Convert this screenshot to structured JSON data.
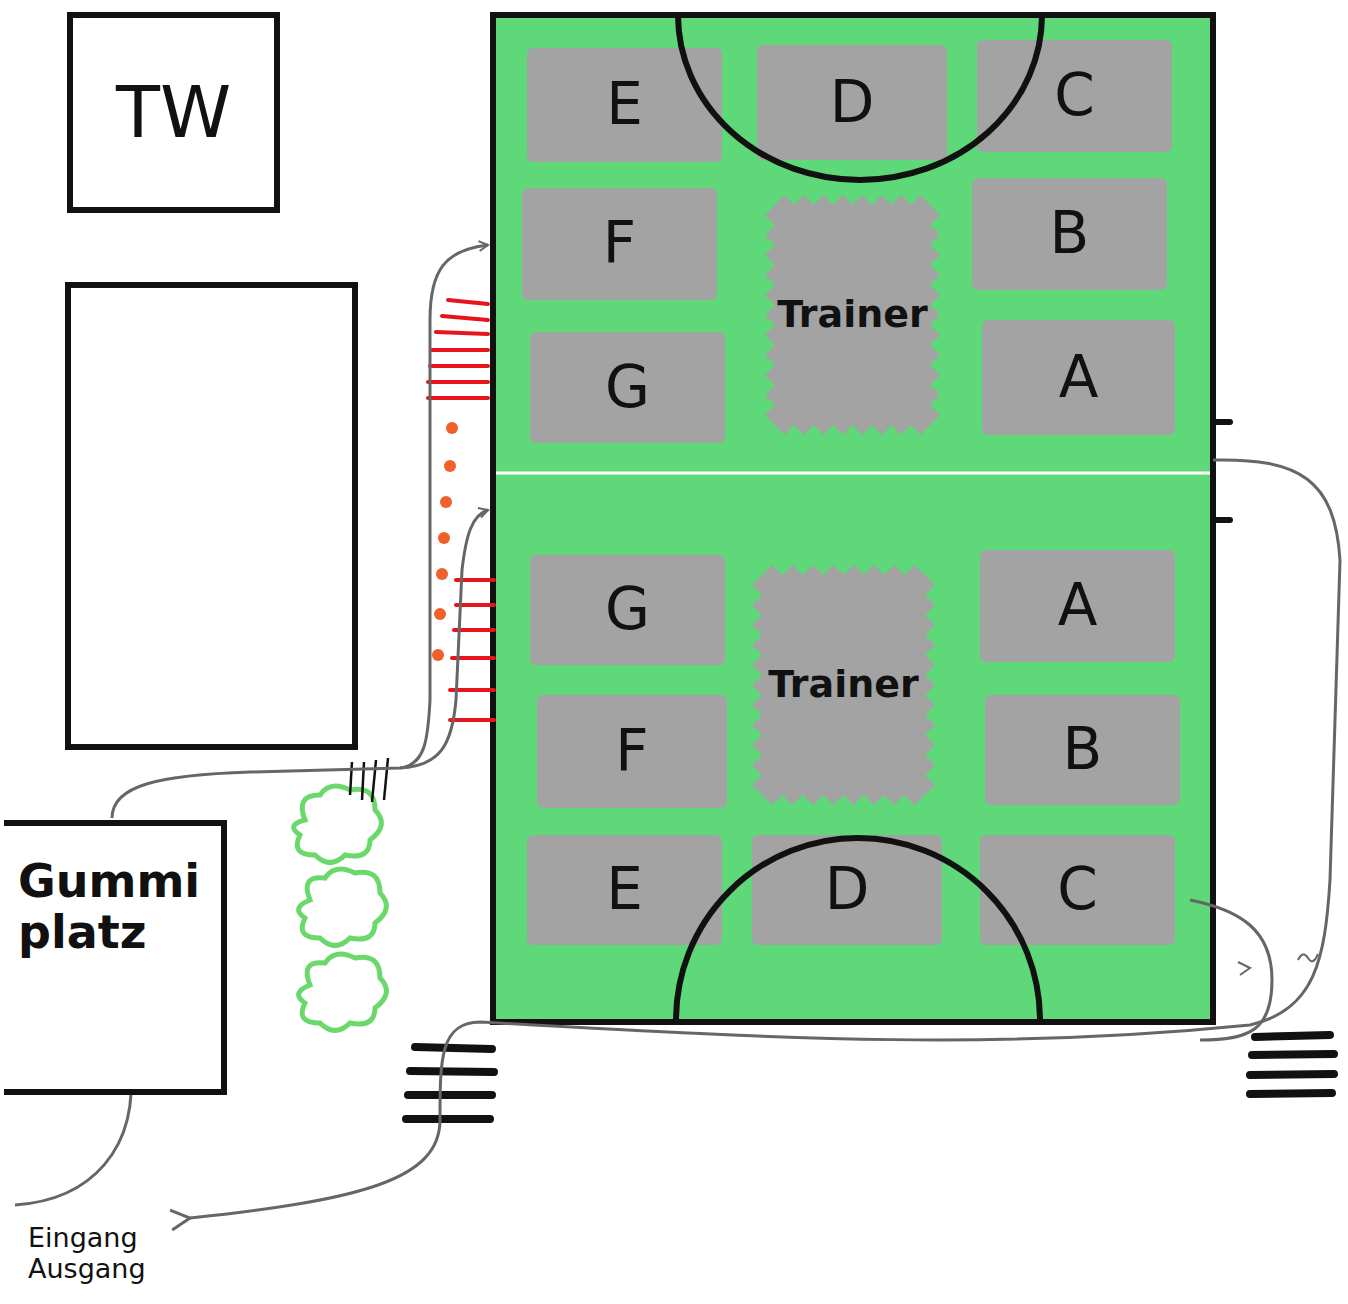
{
  "diagram": {
    "nodes": [
      {
        "text": [
          "TW"
        ]
      },
      {
        "text": [
          "E"
        ]
      },
      {
        "text": [
          "D"
        ]
      },
      {
        "text": [
          "C"
        ]
      },
      {
        "text": [
          "F"
        ]
      },
      {
        "text": [
          "Trainer"
        ]
      },
      {
        "text": [
          "B"
        ]
      },
      {
        "text": [
          "G"
        ]
      },
      {
        "text": [
          "A"
        ]
      },
      {
        "text": [
          "G"
        ]
      },
      {
        "text": [
          "A"
        ]
      },
      {
        "text": [
          "Trainer"
        ]
      },
      {
        "text": [
          "F"
        ]
      },
      {
        "text": [
          "B"
        ]
      },
      {
        "text": [
          "Gummi platz"
        ]
      },
      {
        "text": [
          "E"
        ]
      },
      {
        "text": [
          "D"
        ]
      },
      {
        "text": [
          "C"
        ]
      }
    ],
    "labels": [
      "Eingang Ausgang"
    ]
  }
}
